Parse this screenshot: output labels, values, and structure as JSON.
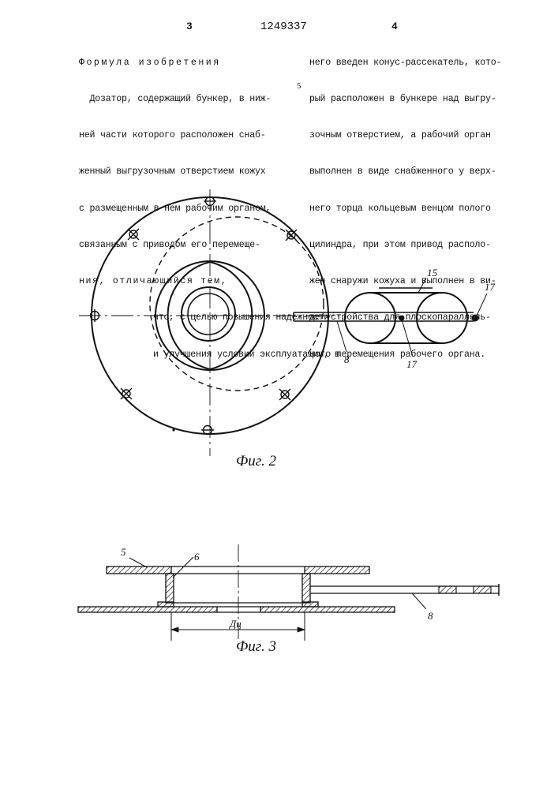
{
  "header": {
    "page_left": "3",
    "patent_number": "1249337",
    "page_right": "4"
  },
  "text": {
    "left_column": [
      "Формула изобретения",
      "  Дозатор, содержащий бункер, в ниж-",
      "ней части которого расположен снаб-",
      "женный выгрузочным отверстием кожух",
      "с размещенным в нем рабочим органом,",
      "связанным с приводом его перемеще-",
      "ния, отличающийся тем,",
      "что, с целью повышения надежности",
      "и улучшения условий эксплуатации, в"
    ],
    "right_column": [
      "него введен конус-рассекатель, кото-",
      "рый расположен в бункере над выгру-",
      "зочным отверстием, а рабочий орган",
      "выполнен в виде снабженного у верх-",
      "него торца кольцевым венцом полого",
      "цилиндра, при этом привод располо-",
      "жен снаружи кожуха и выполнен в ви-",
      "де устройства для плоскопараллель-",
      "ного перемещения рабочего органа."
    ],
    "line_number": "5"
  },
  "figure2": {
    "caption": "Фиг. 2",
    "labels": {
      "belt": "15",
      "pivot_top": "17",
      "pivot_bottom": "17",
      "rod": "8"
    }
  },
  "figure3": {
    "caption": "Фиг. 3",
    "labels": {
      "plate": "5",
      "ring": "6",
      "rod": "8",
      "diameter": "Дц"
    }
  }
}
